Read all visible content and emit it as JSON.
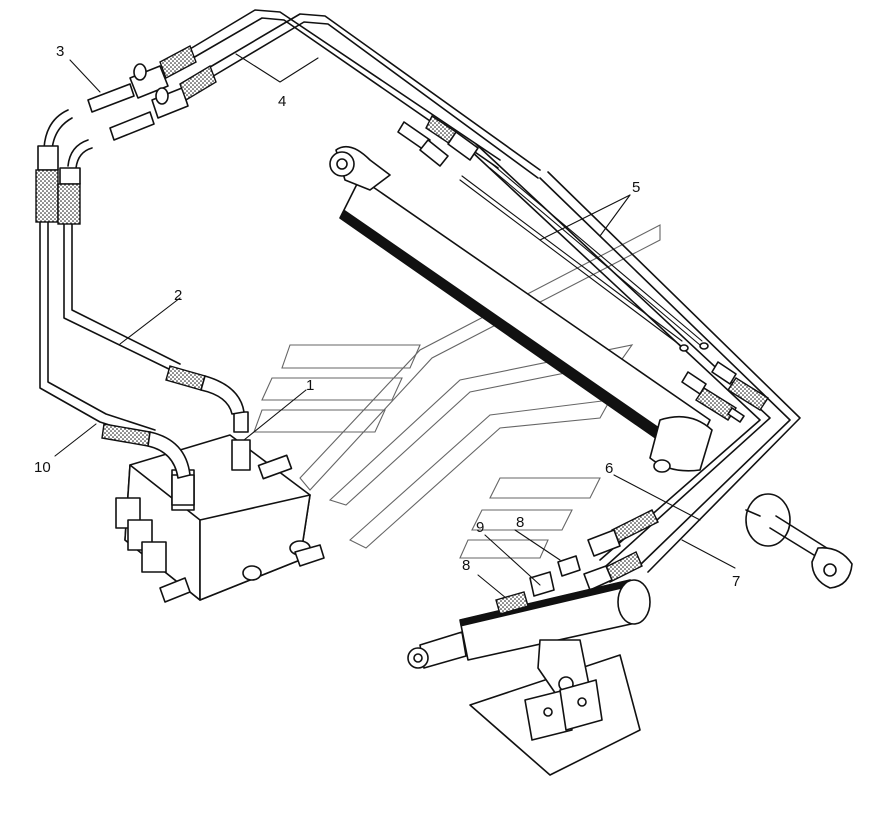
{
  "callouts": [
    {
      "id": "c1",
      "text": "1"
    },
    {
      "id": "c2",
      "text": "2"
    },
    {
      "id": "c3",
      "text": "3"
    },
    {
      "id": "c4",
      "text": "4"
    },
    {
      "id": "c5",
      "text": "5"
    },
    {
      "id": "c6",
      "text": "6"
    },
    {
      "id": "c7",
      "text": "7"
    },
    {
      "id": "c8a",
      "text": "8"
    },
    {
      "id": "c8b",
      "text": "8"
    },
    {
      "id": "c9",
      "text": "9"
    },
    {
      "id": "c10",
      "text": "10"
    }
  ]
}
